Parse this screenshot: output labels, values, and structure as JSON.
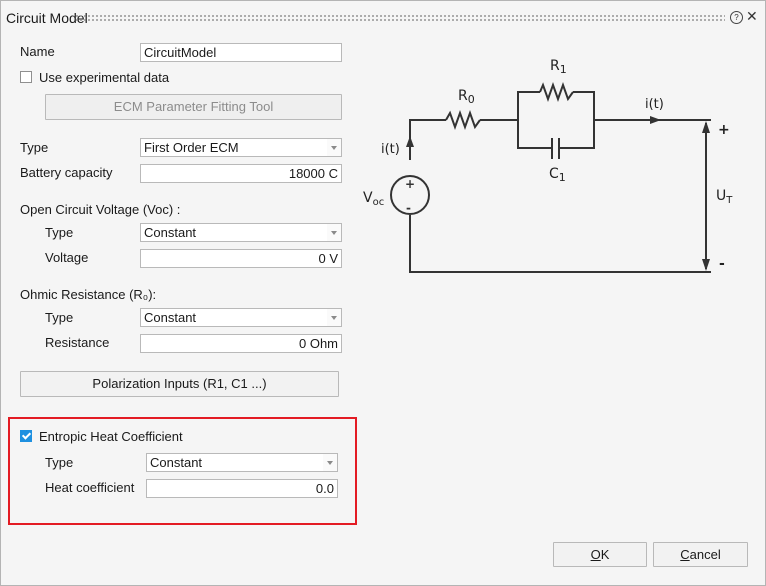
{
  "window": {
    "title": "Circuit Model",
    "help_icon": "help-icon",
    "close_icon": "close-icon",
    "help_glyph": "?",
    "close_glyph": "✕"
  },
  "form": {
    "name": {
      "label": "Name",
      "value": "CircuitModel"
    },
    "use_experimental": {
      "label": "Use experimental data",
      "checked": false
    },
    "ecm_button": {
      "label": "ECM Parameter Fitting Tool",
      "enabled": false
    },
    "type": {
      "label": "Type",
      "value": "First Order ECM"
    },
    "battery_capacity": {
      "label": "Battery capacity",
      "value": "18000 C"
    },
    "ocv": {
      "heading": "Open Circuit Voltage (Voc) :",
      "type_label": "Type",
      "type_value": "Constant",
      "voltage_label": "Voltage",
      "voltage_value": "0 V"
    },
    "ohmic": {
      "heading": "Ohmic Resistance (R₀):",
      "type_label": "Type",
      "type_value": "Constant",
      "resistance_label": "Resistance",
      "resistance_value": "0 Ohm"
    },
    "polarization_button": {
      "label": "Polarization Inputs (R1, C1 ...)"
    },
    "entropic": {
      "label": "Entropic Heat Coefficient",
      "checked": true,
      "type_label": "Type",
      "type_value": "Constant",
      "heat_label": "Heat coefficient",
      "heat_value": "0.0"
    }
  },
  "diagram": {
    "r0": "R",
    "r0_sub": "0",
    "r1": "R",
    "r1_sub": "1",
    "c1": "C",
    "c1_sub": "1",
    "current_left": "i(t)",
    "current_right": "i(t)",
    "voc": "V",
    "voc_sub": "oc",
    "ut": "U",
    "ut_sub": "T",
    "plus": "+",
    "minus": "-",
    "src_plus": "+",
    "src_minus": "-"
  },
  "footer": {
    "ok_label_mnemonic": "O",
    "ok_label_rest": "K",
    "cancel_label_mnemonic": "C",
    "cancel_label_rest": "ancel"
  },
  "colors": {
    "highlight": "#e31b23",
    "checkbox_checked": "#1e90e0",
    "background": "#f5f5f5"
  }
}
